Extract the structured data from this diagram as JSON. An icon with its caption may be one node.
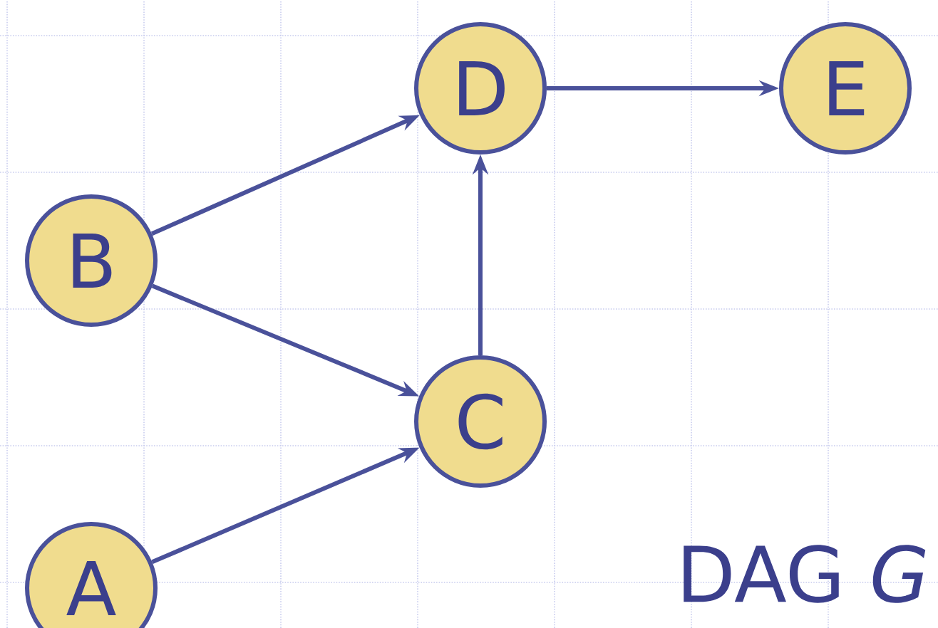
{
  "diagram": {
    "nodes": [
      {
        "text": [
          "D"
        ]
      },
      {
        "text": [
          "E"
        ]
      },
      {
        "text": [
          "B"
        ]
      },
      {
        "text": [
          "C"
        ]
      },
      {
        "text": [
          "A"
        ]
      }
    ],
    "edges": [
      {
        "from": 2,
        "to": 0,
        "arrow": "to"
      },
      {
        "from": 0,
        "to": 1,
        "arrow": "to"
      },
      {
        "from": 2,
        "to": 3,
        "arrow": "to"
      },
      {
        "from": 3,
        "to": 0,
        "arrow": "to"
      },
      {
        "from": 4,
        "to": 3,
        "arrow": "to"
      }
    ],
    "labels": [
      "DAG *G*"
    ]
  }
}
